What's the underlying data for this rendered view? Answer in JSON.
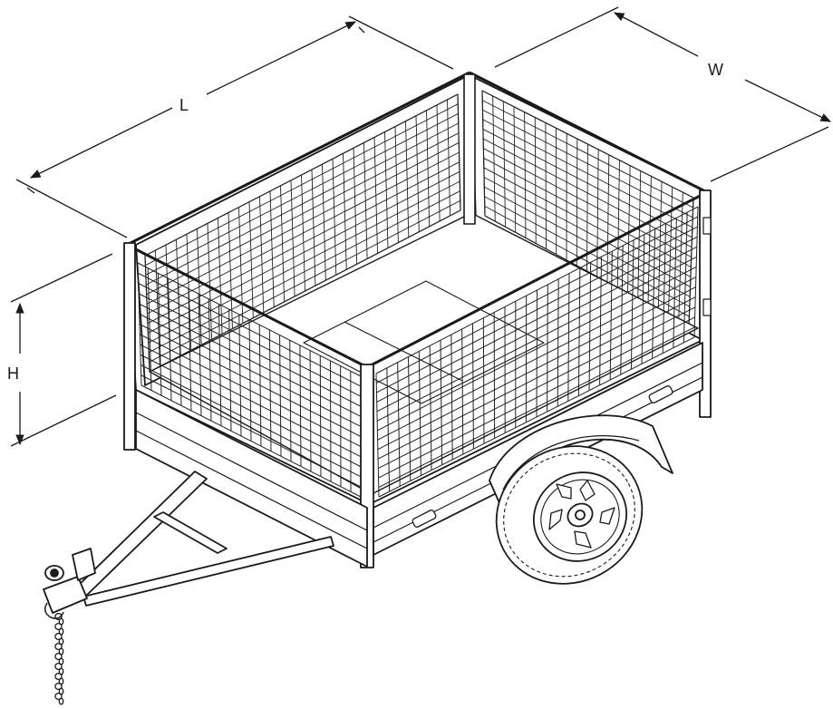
{
  "diagram": {
    "subject": "trailer-with-mesh-cage",
    "dimension_labels": {
      "length": "L",
      "width": "W",
      "height": "H"
    },
    "colors": {
      "stroke": "#1a1a1a",
      "mesh": "#222222",
      "background": "#ffffff"
    }
  }
}
